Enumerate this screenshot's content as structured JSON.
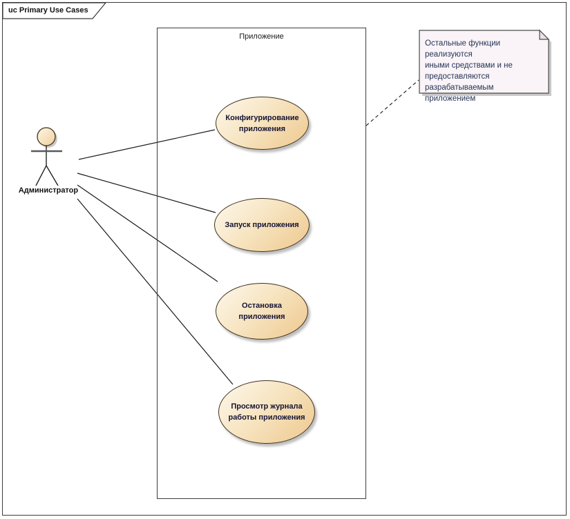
{
  "frame": {
    "title": "uc Primary Use Cases"
  },
  "system_boundary": {
    "title": "Приложение"
  },
  "actor": {
    "label": "Администратор"
  },
  "use_cases": [
    {
      "label": "Конфигурирование\nприложения"
    },
    {
      "label": "Запуск приложения"
    },
    {
      "label": "Остановка\nприложения"
    },
    {
      "label": "Просмотр журнала\nработы приложения"
    }
  ],
  "note": {
    "text": "Остальные функции реализуются\nиными средствами и не\nпредоставляются\nразрабатываемым приложением"
  },
  "colors": {
    "usecase_fill_light": "#fdf8ec",
    "usecase_fill_dark": "#eec88e",
    "usecase_border": "#3f311d",
    "note_fill": "#faf4f8",
    "note_fold": "#e9e2e9",
    "label_text": "#141434",
    "note_text": "#253455",
    "connector": "#1a1a1a"
  }
}
